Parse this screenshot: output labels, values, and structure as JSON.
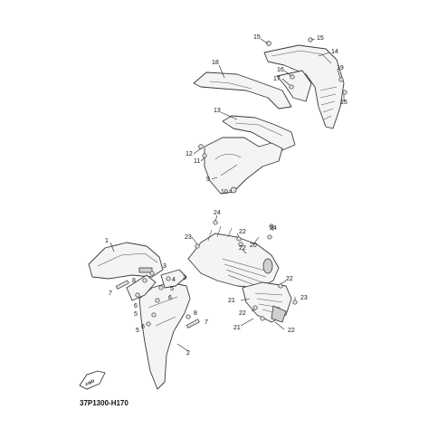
{
  "diagram_code": "37P1300-H170",
  "fwd_label": "FWD",
  "callouts": {
    "c1": "1",
    "c2": "2",
    "c3a": "3",
    "c3b": "3",
    "c4": "4",
    "c5a": "5",
    "c5b": "5",
    "c6a": "6",
    "c6b": "6",
    "c7a": "7",
    "c7b": "7",
    "c8a": "8",
    "c8b": "8",
    "c9": "9",
    "c10": "10",
    "c11": "11",
    "c12": "12",
    "c13": "13",
    "c14": "14",
    "c15a": "15",
    "c15b": "15",
    "c15c": "15",
    "c16": "16",
    "c17": "17",
    "c18": "18",
    "c19": "19",
    "c20": "20",
    "c21a": "21",
    "c21b": "21",
    "c22a": "22",
    "c22b": "22",
    "c22c": "22",
    "c22d": "22",
    "c23a": "23",
    "c23b": "23",
    "c24a": "24",
    "c24b": "24"
  }
}
